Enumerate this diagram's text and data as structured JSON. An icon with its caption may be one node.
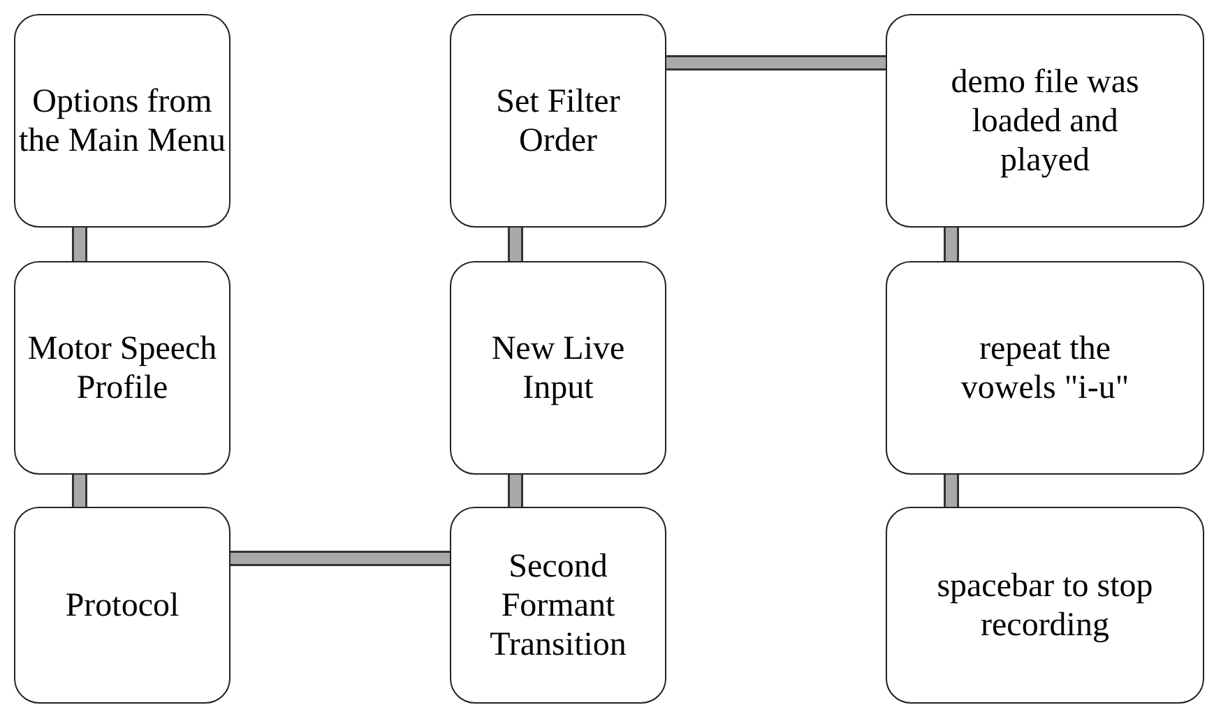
{
  "diagram": {
    "nodes": [
      {
        "text": [
          "Options from the Main Menu"
        ]
      },
      {
        "text": [
          "Motor Speech Profile"
        ]
      },
      {
        "text": [
          "Protocol"
        ]
      },
      {
        "text": [
          "Second Formant Transition"
        ]
      },
      {
        "text": [
          "New Live Input"
        ]
      },
      {
        "text": [
          "Set Filter Order"
        ]
      },
      {
        "text": [
          "demo file was loaded and played"
        ]
      },
      {
        "text": [
          "repeat the vowels \"i-u\""
        ]
      },
      {
        "text": [
          "spacebar to stop recording"
        ]
      }
    ],
    "edges": [
      {
        "from": 0,
        "to": 1,
        "arrow": "none"
      },
      {
        "from": 1,
        "to": 2,
        "arrow": "none"
      },
      {
        "from": 2,
        "to": 3,
        "arrow": "none"
      },
      {
        "from": 3,
        "to": 4,
        "arrow": "none"
      },
      {
        "from": 4,
        "to": 5,
        "arrow": "none"
      },
      {
        "from": 5,
        "to": 6,
        "arrow": "none"
      },
      {
        "from": 6,
        "to": 7,
        "arrow": "none"
      },
      {
        "from": 7,
        "to": 8,
        "arrow": "none"
      }
    ]
  }
}
